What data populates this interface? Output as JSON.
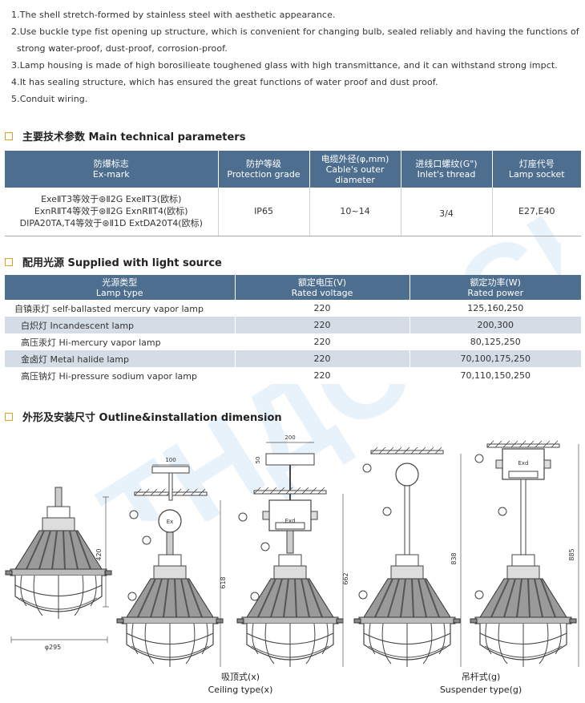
{
  "features": [
    "1.The shell stretch-formed by stainless steel with aesthetic appearance.",
    "2.Use buckle type fist opening up structure, which is convenient for changing bulb, sealed reliably and having the functions of",
    "strong water-proof, dust-proof, corrosion-proof.",
    "3.Lamp housing is made of high borosilieate toughened glass with high transmittance, and it can withstand strong impct.",
    "4.It has sealing structure, which has ensured the great functions of water proof and dust proof.",
    "5.Conduit wiring."
  ],
  "section1": {
    "title": "主要技术参数 Main technical parameters"
  },
  "params_table": {
    "headers": [
      {
        "cn": "防爆标志",
        "en": "Ex-mark"
      },
      {
        "cn": "防护等级",
        "en": "Protection grade"
      },
      {
        "cn": "电缆外径(φ,mm)",
        "en": "Cable's outer",
        "en2": "diameter"
      },
      {
        "cn": "进线口螺纹(G\")",
        "en": "Inlet's thread"
      },
      {
        "cn": "灯座代号",
        "en": "Lamp socket"
      }
    ],
    "exmark": [
      "ExeⅡT3等效于⊛Ⅱ2G ExeⅡT3(欧标)",
      "ExnRⅡT4等效于⊛Ⅱ2G ExnRⅡT4(欧标)",
      "DIPA20TA,T4等效于⊛Ⅱ1D ExtDA20T4(欧标)"
    ],
    "protection": "IP65",
    "cable": "10~14",
    "thread": "3/4",
    "socket": "E27,E40"
  },
  "section2": {
    "title": "配用光源 Supplied with light source"
  },
  "source_table": {
    "headers": [
      {
        "cn": "光源类型",
        "en": "Lamp type"
      },
      {
        "cn": "额定电压(V)",
        "en": "Rated voltage"
      },
      {
        "cn": "额定功率(W)",
        "en": "Rated power"
      }
    ],
    "rows": [
      {
        "type": "自镇汞灯 self-ballasted mercury vapor lamp",
        "voltage": "220",
        "power": "125,160,250"
      },
      {
        "type": "白炽灯 Incandescent lamp",
        "voltage": "220",
        "power": "200,300"
      },
      {
        "type": "高压汞灯 Hi-mercury vapor lamp",
        "voltage": "220",
        "power": "80,125,250"
      },
      {
        "type": "金卤灯 Metal halide lamp",
        "voltage": "220",
        "power": "70,100,175,250"
      },
      {
        "type": "高压钠灯 Hi-pressure sodium vapor lamp",
        "voltage": "220",
        "power": "70,110,150,250"
      }
    ]
  },
  "section3": {
    "title": "外形及安装尺寸 Outline&installation dimension"
  },
  "dimensions": {
    "d_420": "420",
    "d_295": "φ295",
    "d_100": "100",
    "d_618": "618",
    "d_200": "200",
    "d_50": "50",
    "d_662": "662",
    "d_838": "838",
    "d_885": "885",
    "exd": "Exd",
    "ex": "Ex"
  },
  "captions": {
    "ceiling_cn": "吸顶式(x)",
    "ceiling_en": "Ceiling type(x)",
    "suspender_cn": "吊杆式(g)",
    "suspender_en": "Suspender type(g)"
  },
  "watermark_text": "ТНДОРСН",
  "colors": {
    "header": "#4d6e8f",
    "stripe": "#d4dde6",
    "bullet": "#d6a227",
    "watermark": "#cfe3f3"
  }
}
